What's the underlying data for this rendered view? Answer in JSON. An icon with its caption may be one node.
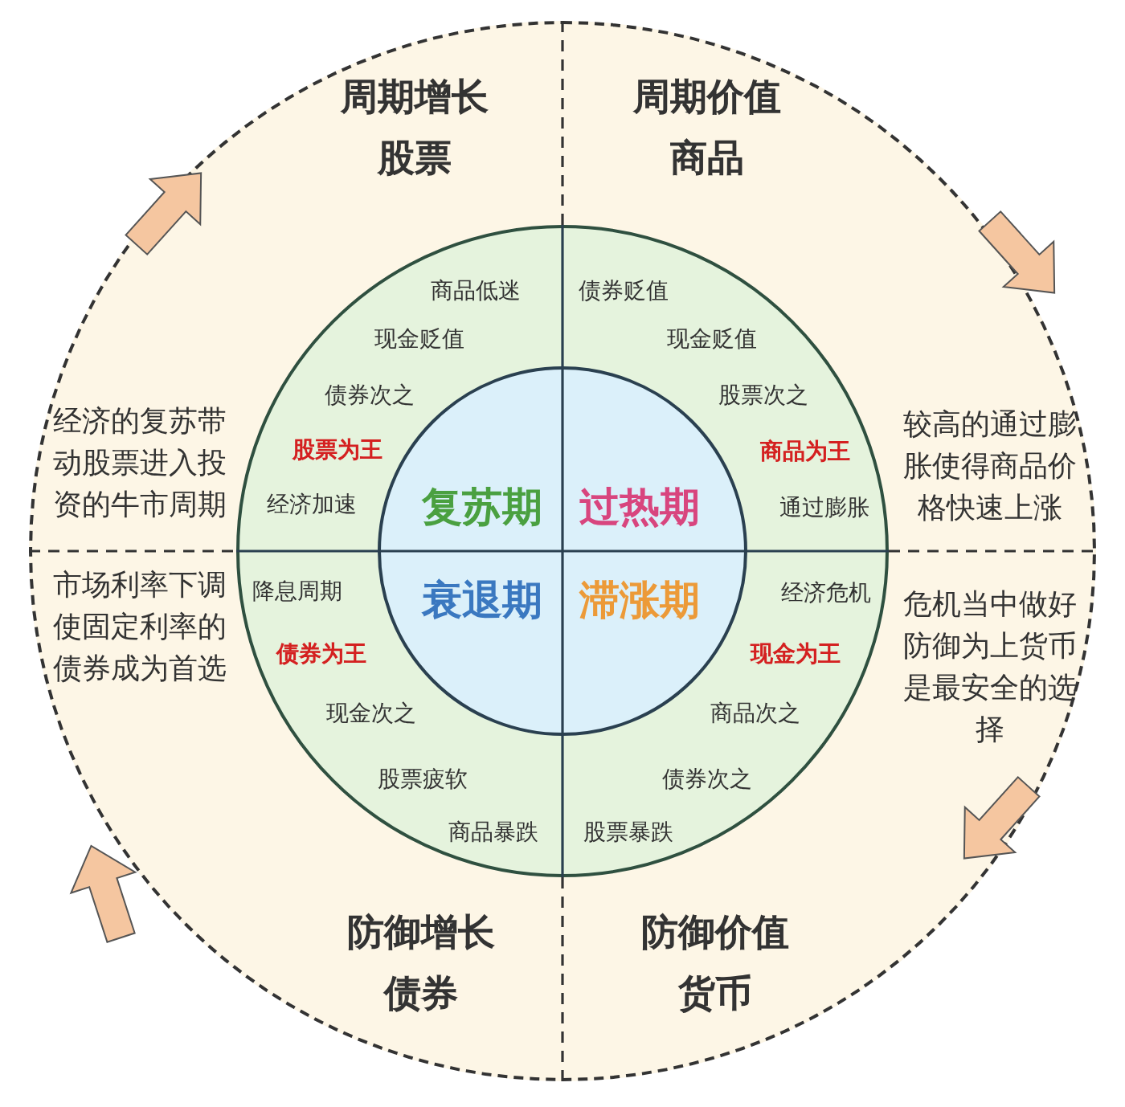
{
  "diagram": {
    "nodes": [
      {
        "text": [
          "周期增长",
          "股票",
          "周期价值",
          "商品",
          "经济的复苏带动股票进入投资的牛市周期",
          "较高的通过膨胀使得商品价格快速上涨",
          "市场利率下调使固定利率的债券成为首选",
          "危机当中做好防御为上货币是最安全的选择",
          "防御增长",
          "债券",
          "防御价值",
          "货币"
        ]
      },
      {
        "text": [
          "商品低迷",
          "现金贬值",
          "债券次之",
          "股票为王",
          "经济加速",
          "债券贬值",
          "现金贬值",
          "股票次之",
          "商品为王",
          "通过膨胀",
          "降息周期",
          "债券为王",
          "现金次之",
          "股票疲软",
          "商品暴跌",
          "经济危机",
          "现金为王",
          "商品次之",
          "债券次之",
          "股票暴跌"
        ],
        "in": 0
      },
      {
        "text": [
          "复苏期",
          "过热期",
          "衰退期",
          "滞涨期"
        ],
        "in": 1
      }
    ]
  }
}
